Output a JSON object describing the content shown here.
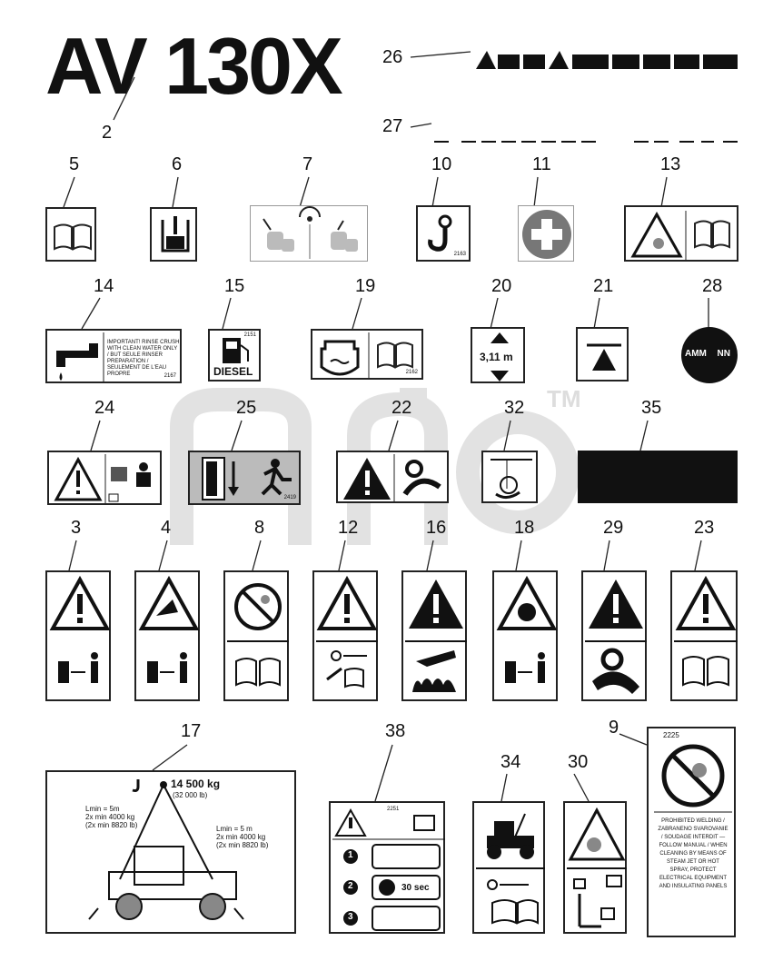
{
  "title": "AV 130X",
  "callouts": {
    "n2": "2",
    "n26": "26",
    "n27": "27",
    "n5": "5",
    "n6": "6",
    "n7": "7",
    "n10": "10",
    "n11": "11",
    "n13": "13",
    "n14": "14",
    "n15": "15",
    "n19": "19",
    "n20": "20",
    "n21": "21",
    "n28": "28",
    "n24": "24",
    "n25": "25",
    "n22": "22",
    "n32": "32",
    "n35": "35",
    "n3": "3",
    "n4": "4",
    "n8": "8",
    "n12": "12",
    "n16": "16",
    "n18": "18",
    "n29": "29",
    "n23": "23",
    "n17": "17",
    "n38": "38",
    "n34": "34",
    "n30": "30",
    "n9": "9"
  },
  "watermark": {
    "tm": "TM"
  },
  "decals": {
    "d14_text": "IMPORTANT! RINSE CRUSH WITH CLEAN WATER ONLY / BUT SEULE RINSER PREPARATION / SEULEMENT DE L'EAU PROPRE",
    "d14_code": "2167",
    "d15_label": "DIESEL",
    "d15_code": "2151",
    "d19_code": "2162",
    "d10_code": "2163",
    "d20_label": "3,11 m",
    "d28_label_left": "AMM",
    "d28_label_right": "NN",
    "d25_code": "2419",
    "d17_weight": "14 500  kg",
    "d17_weight_lb": "(32 000 lb)",
    "d17_left_lines": [
      "Lmin = 5m",
      "2x min 4000 kg",
      "(2x min 8820 lb)"
    ],
    "d17_right_lines": [
      "Lmin = 5 m",
      "2x min 4000 kg",
      "(2x min 8820 lb)"
    ],
    "d38_code": "2251",
    "d38_steps": [
      "1",
      "2",
      "3"
    ],
    "d38_time": "30 sec",
    "d9_code": "2225",
    "d9_text": "PROHIBITED WELDING / ZABRANENO SVAROVANIE / SOUDAGE INTERDIT — FOLLOW MANUAL / WHEN CLEANING BY MEANS OF STEAM JET OR HOT SPRAY, PROTECT ELECTRICAL EQUIPMENT AND INSULATING PANELS"
  }
}
